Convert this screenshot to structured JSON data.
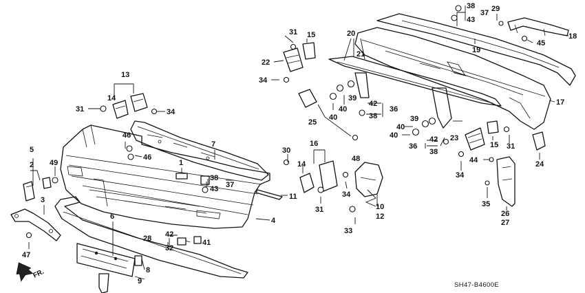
{
  "diagram_code": "SH47-B4600E",
  "direction_label": "FR.",
  "callouts": [
    "1",
    "2",
    "3",
    "4",
    "5",
    "6",
    "7",
    "8",
    "9",
    "10",
    "11",
    "12",
    "13",
    "14",
    "14",
    "15",
    "15",
    "16",
    "17",
    "18",
    "19",
    "20",
    "21",
    "22",
    "23",
    "24",
    "25",
    "26",
    "27",
    "28",
    "29",
    "30",
    "31",
    "31",
    "31",
    "31",
    "32",
    "33",
    "34",
    "34",
    "34",
    "34",
    "35",
    "36",
    "36",
    "37",
    "37",
    "38",
    "38",
    "38",
    "38",
    "39",
    "39",
    "40",
    "40",
    "40",
    "41",
    "42",
    "42",
    "42",
    "43",
    "43",
    "44",
    "45",
    "46",
    "46",
    "47",
    "48",
    "49"
  ]
}
